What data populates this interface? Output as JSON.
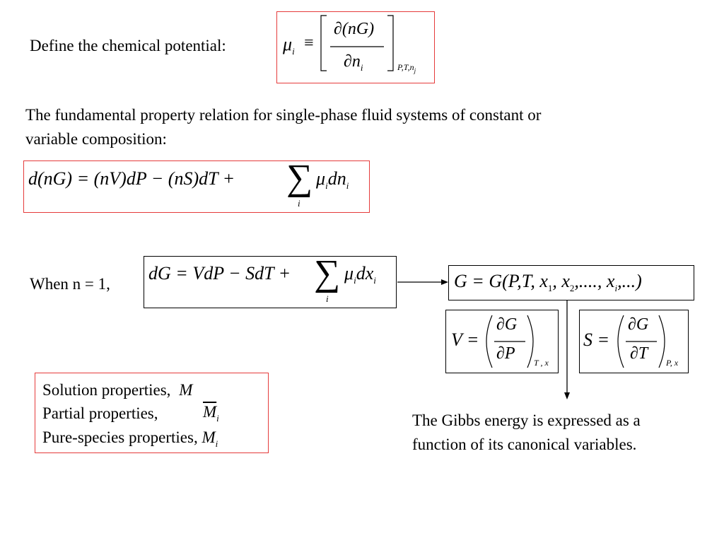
{
  "definition": {
    "label": "Define the chemical potential:",
    "mu": "μ",
    "sub_i": "i",
    "equiv": "≡",
    "num_partial": "∂",
    "num_text": "(nG)",
    "den_partial": "∂",
    "den_var": "n",
    "den_sub": "i",
    "constraint": "P,T,n",
    "constraint_sub": "j"
  },
  "fundamental": {
    "text_line1": "The fundamental property relation for single-phase fluid systems of constant or",
    "text_line2": "variable composition:",
    "equation_left": "d(nG) = (nV)dP − (nS)dT + ",
    "sum": "∑",
    "sum_index": "i",
    "term_mu": "μ",
    "term_sub": "i",
    "term_d": "dn",
    "term_d_sub": "i"
  },
  "unit_mole": {
    "label": "When n = 1,",
    "equation_left": "dG = VdP − SdT + ",
    "sum": "∑",
    "sum_index": "i",
    "term_mu": "μ",
    "term_sub": "i",
    "term_d": "dx",
    "term_d_sub": "i"
  },
  "gibbs_function": {
    "equation_a": "G = G(P,T, x",
    "sub1": "1",
    "equation_b": ", x",
    "sub2": "2",
    "equation_c": ",...., x",
    "subi": "i",
    "equation_d": ",...)"
  },
  "volume_derivative": {
    "lhs": "V =",
    "num": "∂G",
    "den": "∂P",
    "constraint": "T , x"
  },
  "entropy_derivative": {
    "lhs": "S =",
    "num": "∂G",
    "den": "∂T",
    "constraint": "P, x"
  },
  "properties": {
    "solution_label": "Solution properties,",
    "solution_symbol": "M",
    "partial_label": "Partial properties,",
    "partial_symbol": "M",
    "partial_sub": "i",
    "pure_label": "Pure-species properties,",
    "pure_symbol": "M",
    "pure_sub": "i"
  },
  "caption": {
    "line1": "The Gibbs energy is expressed as a",
    "line2": "function of its canonical variables."
  },
  "colors": {
    "red_border": "#e53b3b",
    "black": "#000000"
  }
}
